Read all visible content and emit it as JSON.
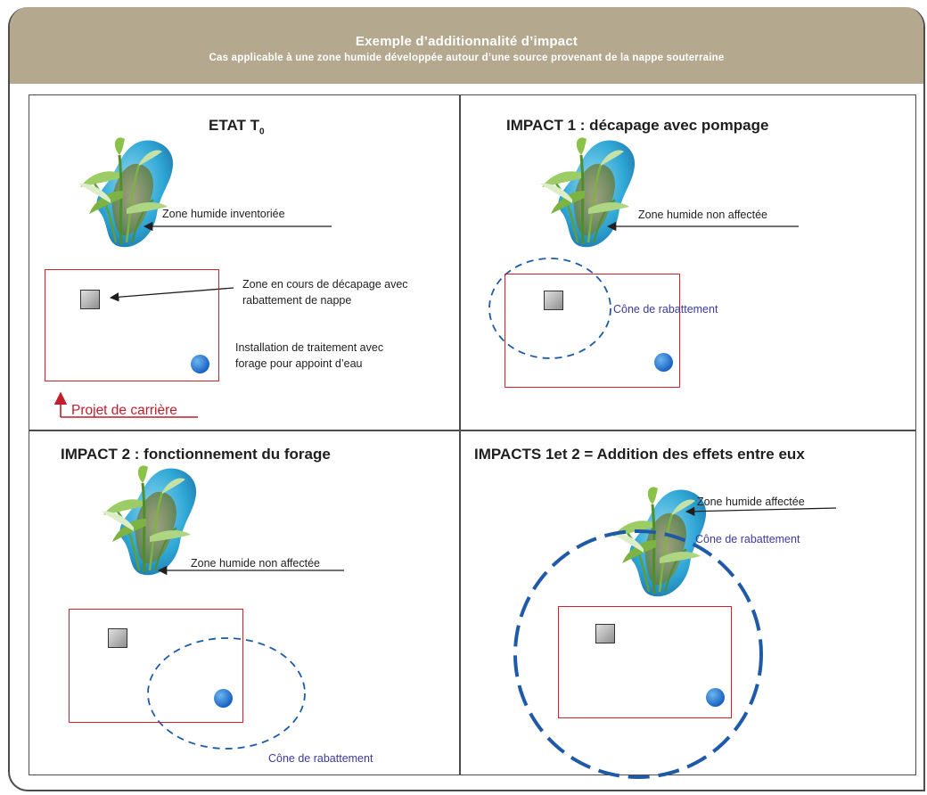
{
  "header": {
    "title": "Exemple d’additionnalité d’impact",
    "subtitle": "Cas applicable à une zone humide développée autour d’une source provenant de la nappe souterraine"
  },
  "panels": {
    "p1": {
      "title_main": "ETAT T",
      "title_sub": "0",
      "wetland_label": "Zone humide inventoriée",
      "stripping_label": [
        "Zone en cours de décapage avec",
        "rabattement de nappe"
      ],
      "plant_label": [
        "Installation de traitement avec",
        "forage pour appoint d’eau"
      ],
      "project_label": "Projet de carrière"
    },
    "p2": {
      "title": "IMPACT 1 : décapage avec pompage",
      "wetland_label": "Zone humide non affectée",
      "cone_label": "Cône de rabattement"
    },
    "p3": {
      "title": "IMPACT 2 : fonctionnement du forage",
      "wetland_label": "Zone humide non affectée",
      "cone_label": "Cône de rabattement"
    },
    "p4": {
      "title": "IMPACTS 1et 2 = Addition des effets entre eux",
      "wetland_label": "Zone humide affectée",
      "cone_label": "Cône de rabattement"
    }
  },
  "colors": {
    "header_band": "#b4a88f",
    "project_red": "#d1222f",
    "cone_blue": "#1e5aa8",
    "cone_label": "#3b3a9a",
    "water": "#2fa7d6",
    "plant_green": "#5f9e3a"
  }
}
